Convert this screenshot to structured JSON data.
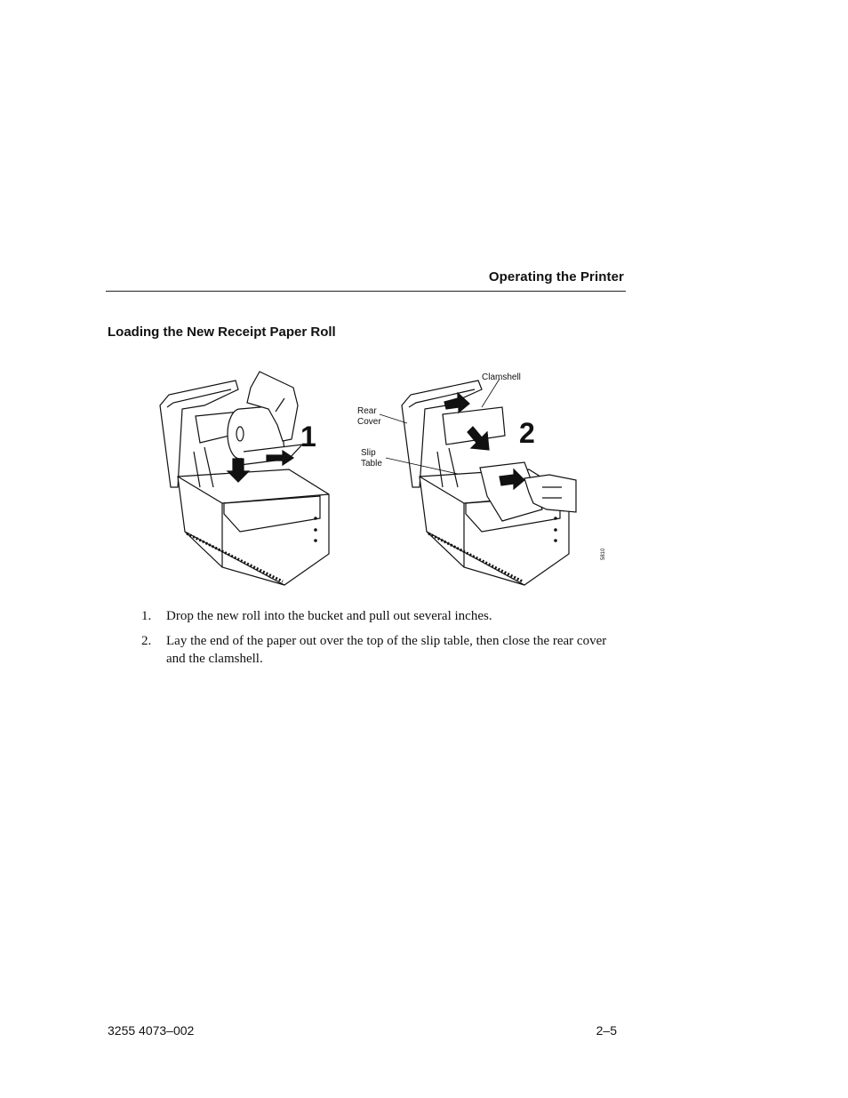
{
  "header": {
    "running_title": "Operating the Printer"
  },
  "section": {
    "title": "Loading the New Receipt Paper Roll"
  },
  "figure": {
    "step_numbers": [
      "1",
      "2"
    ],
    "labels": {
      "clamshell": "Clamshell",
      "rear_cover": [
        "Rear",
        "Cover"
      ],
      "slip_table": [
        "Slip",
        "Table"
      ]
    },
    "figure_id": "5810"
  },
  "steps": [
    {
      "number": "1.",
      "text": "Drop the new roll into the bucket and pull out several inches."
    },
    {
      "number": "2.",
      "text": "Lay the end of the paper out over the top of the slip table, then close the rear cover and the clamshell."
    }
  ],
  "footer": {
    "doc_number": "3255 4073–002",
    "page_number": "2–5"
  }
}
